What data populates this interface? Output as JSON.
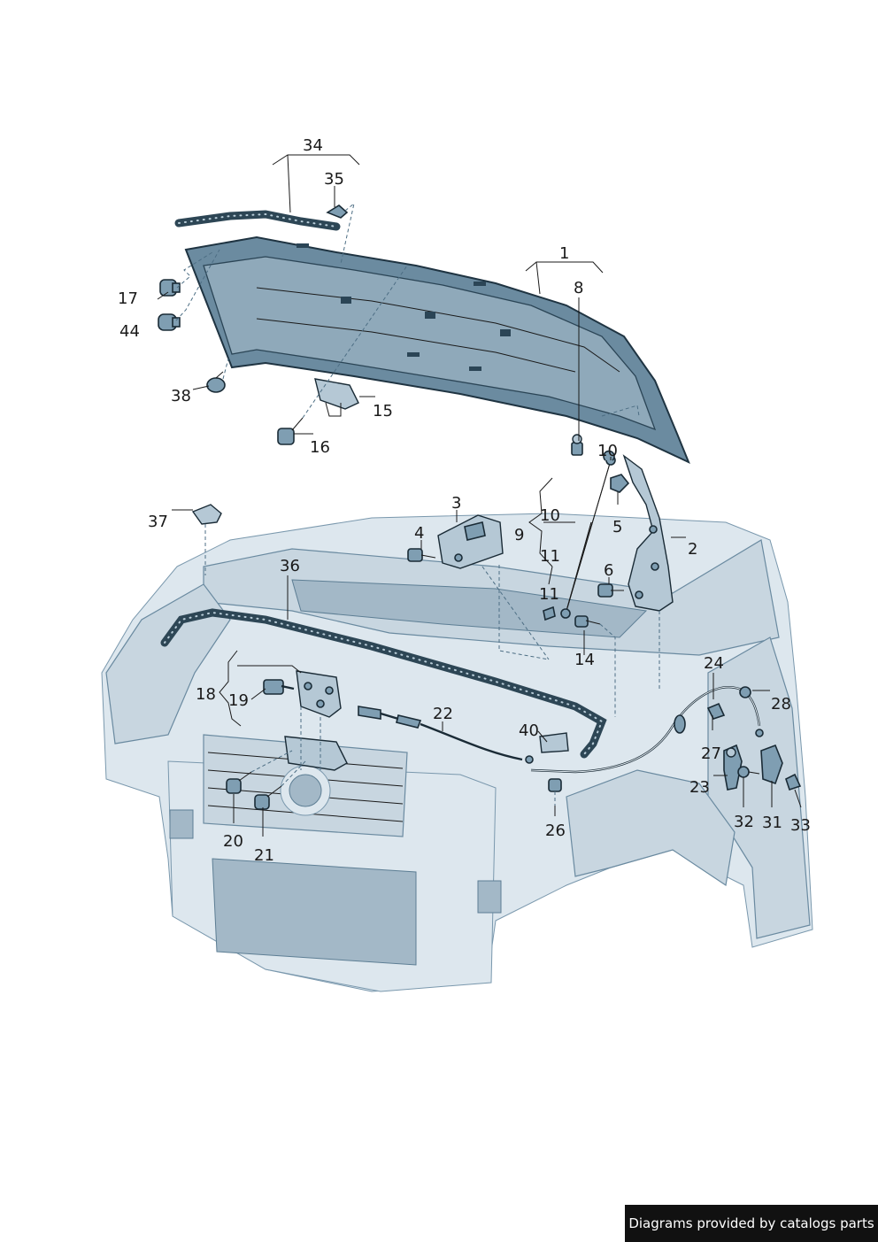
{
  "footer": {
    "credit": "Diagrams provided by catalogs parts"
  },
  "callouts": {
    "c1": "1",
    "c2": "2",
    "c3": "3",
    "c4": "4",
    "c5": "5",
    "c6": "6",
    "c8": "8",
    "c9": "9",
    "c10a": "10",
    "c10b": "10",
    "c11a": "11",
    "c11b": "11",
    "c14": "14",
    "c15": "15",
    "c16": "16",
    "c17": "17",
    "c18": "18",
    "c19": "19",
    "c20": "20",
    "c21": "21",
    "c22": "22",
    "c23": "23",
    "c24": "24",
    "c26": "26",
    "c27": "27",
    "c28": "28",
    "c31": "31",
    "c32": "32",
    "c33": "33",
    "c34": "34",
    "c35": "35",
    "c36": "36",
    "c37": "37",
    "c38": "38",
    "c40": "40",
    "c44": "44"
  },
  "colors": {
    "hood": "#6b8ba0",
    "body": "#c8d6e0",
    "part": "#7f9eb2",
    "footer_bg": "#111111"
  }
}
